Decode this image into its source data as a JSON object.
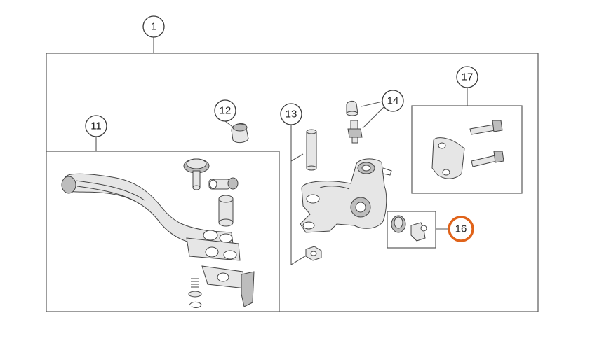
{
  "callouts": {
    "c1": "1",
    "c11": "11",
    "c12": "12",
    "c13": "13",
    "c14": "14",
    "c16": "16",
    "c17": "17"
  },
  "colors": {
    "highlight": "#e0631a",
    "line": "#444444",
    "part_fill": "#e6e6e6"
  }
}
